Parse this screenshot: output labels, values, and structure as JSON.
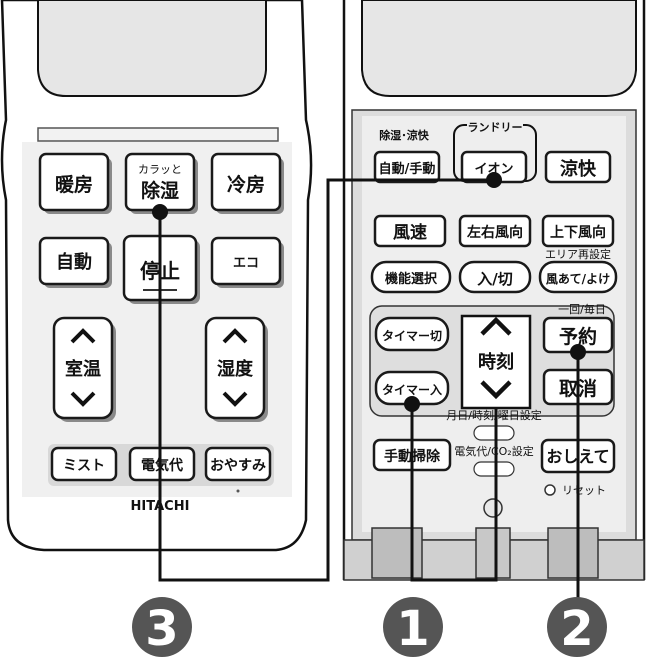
{
  "left_remote": {
    "buttons": {
      "heating": "暖房",
      "dehumid_small": "カラッと",
      "dehumid": "除湿",
      "cooling": "冷房",
      "auto": "自動",
      "stop": "停止",
      "eco": "エコ",
      "room_temp": "室温",
      "humidity": "湿度",
      "mist": "ミスト",
      "electricity_cost": "電気代",
      "sleep": "おやすみ"
    },
    "brand": "HITACHI"
  },
  "right_remote": {
    "group_label": "除湿･涼快",
    "laundry_label": "ランドリー",
    "buttons": {
      "auto_manual": "自動/手動",
      "ion": "イオン",
      "cool_comfort": "涼快",
      "fan_speed": "風速",
      "lr_direction": "左右風向",
      "ud_direction": "上下風向",
      "function_select": "機能選択",
      "on_off": "入/切",
      "area_reset_label": "エリア再設定",
      "wind_avoid": "風あて/よけ",
      "timer_off": "タイマー切",
      "clock": "時刻",
      "once_daily_label": "一回/毎日",
      "reserve": "予約",
      "timer_on": "タイマー入",
      "cancel": "取消",
      "date_label": "月日/時刻/曜日設定",
      "manual_clean": "手動掃除",
      "co2_label": "電気代/CO₂設定",
      "teach": "おしえて",
      "reset": "リセット"
    }
  },
  "callouts": [
    "1",
    "2",
    "3"
  ]
}
